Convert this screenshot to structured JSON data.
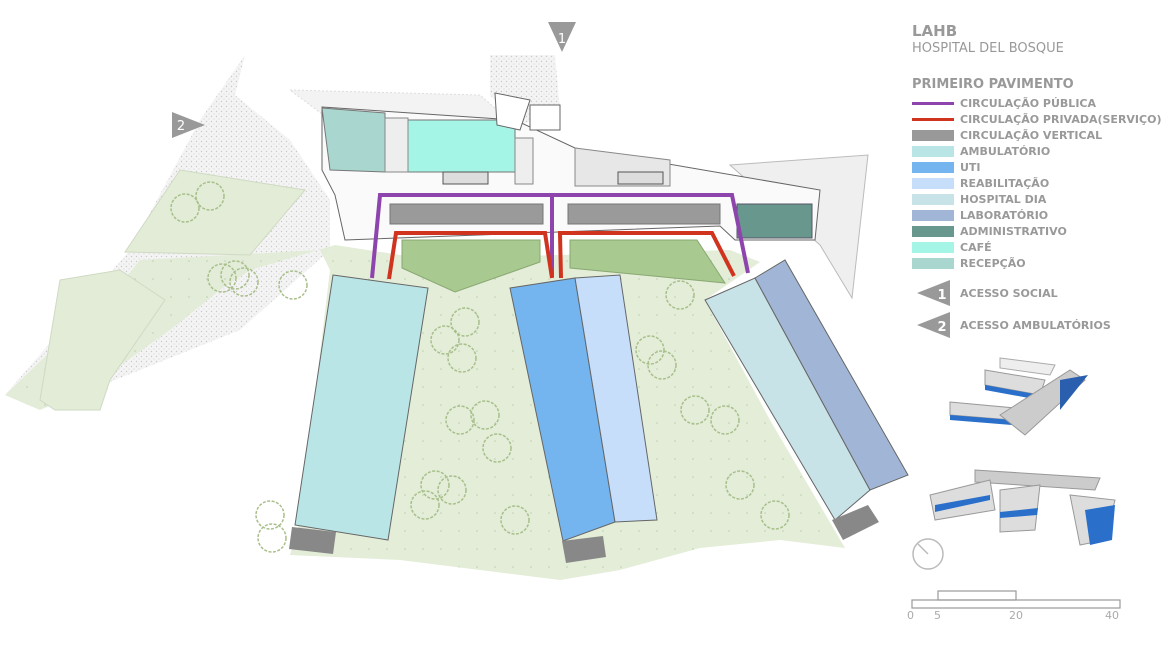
{
  "header": {
    "title": "LAHB",
    "subtitle": "HOSPITAL DEL BOSQUE"
  },
  "legend": {
    "section_title": "PRIMEIRO PAVIMENTO",
    "items": [
      {
        "label": "CIRCULAÇÃO PÚBLICA",
        "color": "#8e44ad",
        "kind": "line"
      },
      {
        "label": "CIRCULAÇÃO PRIVADA(SERVIÇO)",
        "color": "#d0341f",
        "kind": "line"
      },
      {
        "label": "CIRCULAÇÃO VERTICAL",
        "color": "#999999",
        "kind": "fill"
      },
      {
        "label": "AMBULATÓRIO",
        "color": "#b9e5e6",
        "kind": "fill"
      },
      {
        "label": "UTI",
        "color": "#74b4ef",
        "kind": "fill"
      },
      {
        "label": "REABILITAÇÃO",
        "color": "#c6defa",
        "kind": "fill"
      },
      {
        "label": "HOSPITAL DIA",
        "color": "#c7e3e7",
        "kind": "fill"
      },
      {
        "label": "LABORATÓRIO",
        "color": "#a1b6d6",
        "kind": "fill"
      },
      {
        "label": "ADMINISTRATIVO",
        "color": "#68978d",
        "kind": "fill"
      },
      {
        "label": "CAFÉ",
        "color": "#a4f5e6",
        "kind": "fill"
      },
      {
        "label": "RECEPÇÃO",
        "color": "#a9d7cf",
        "kind": "fill"
      }
    ],
    "access": [
      {
        "number": "1",
        "label": "ACESSO SOCIAL"
      },
      {
        "number": "2",
        "label": "ACESSO AMBULATÓRIOS"
      }
    ]
  },
  "plan_markers": [
    {
      "number": "1"
    },
    {
      "number": "2"
    }
  ],
  "scale_bar": {
    "ticks": [
      "0",
      "5",
      "20",
      "40"
    ]
  }
}
